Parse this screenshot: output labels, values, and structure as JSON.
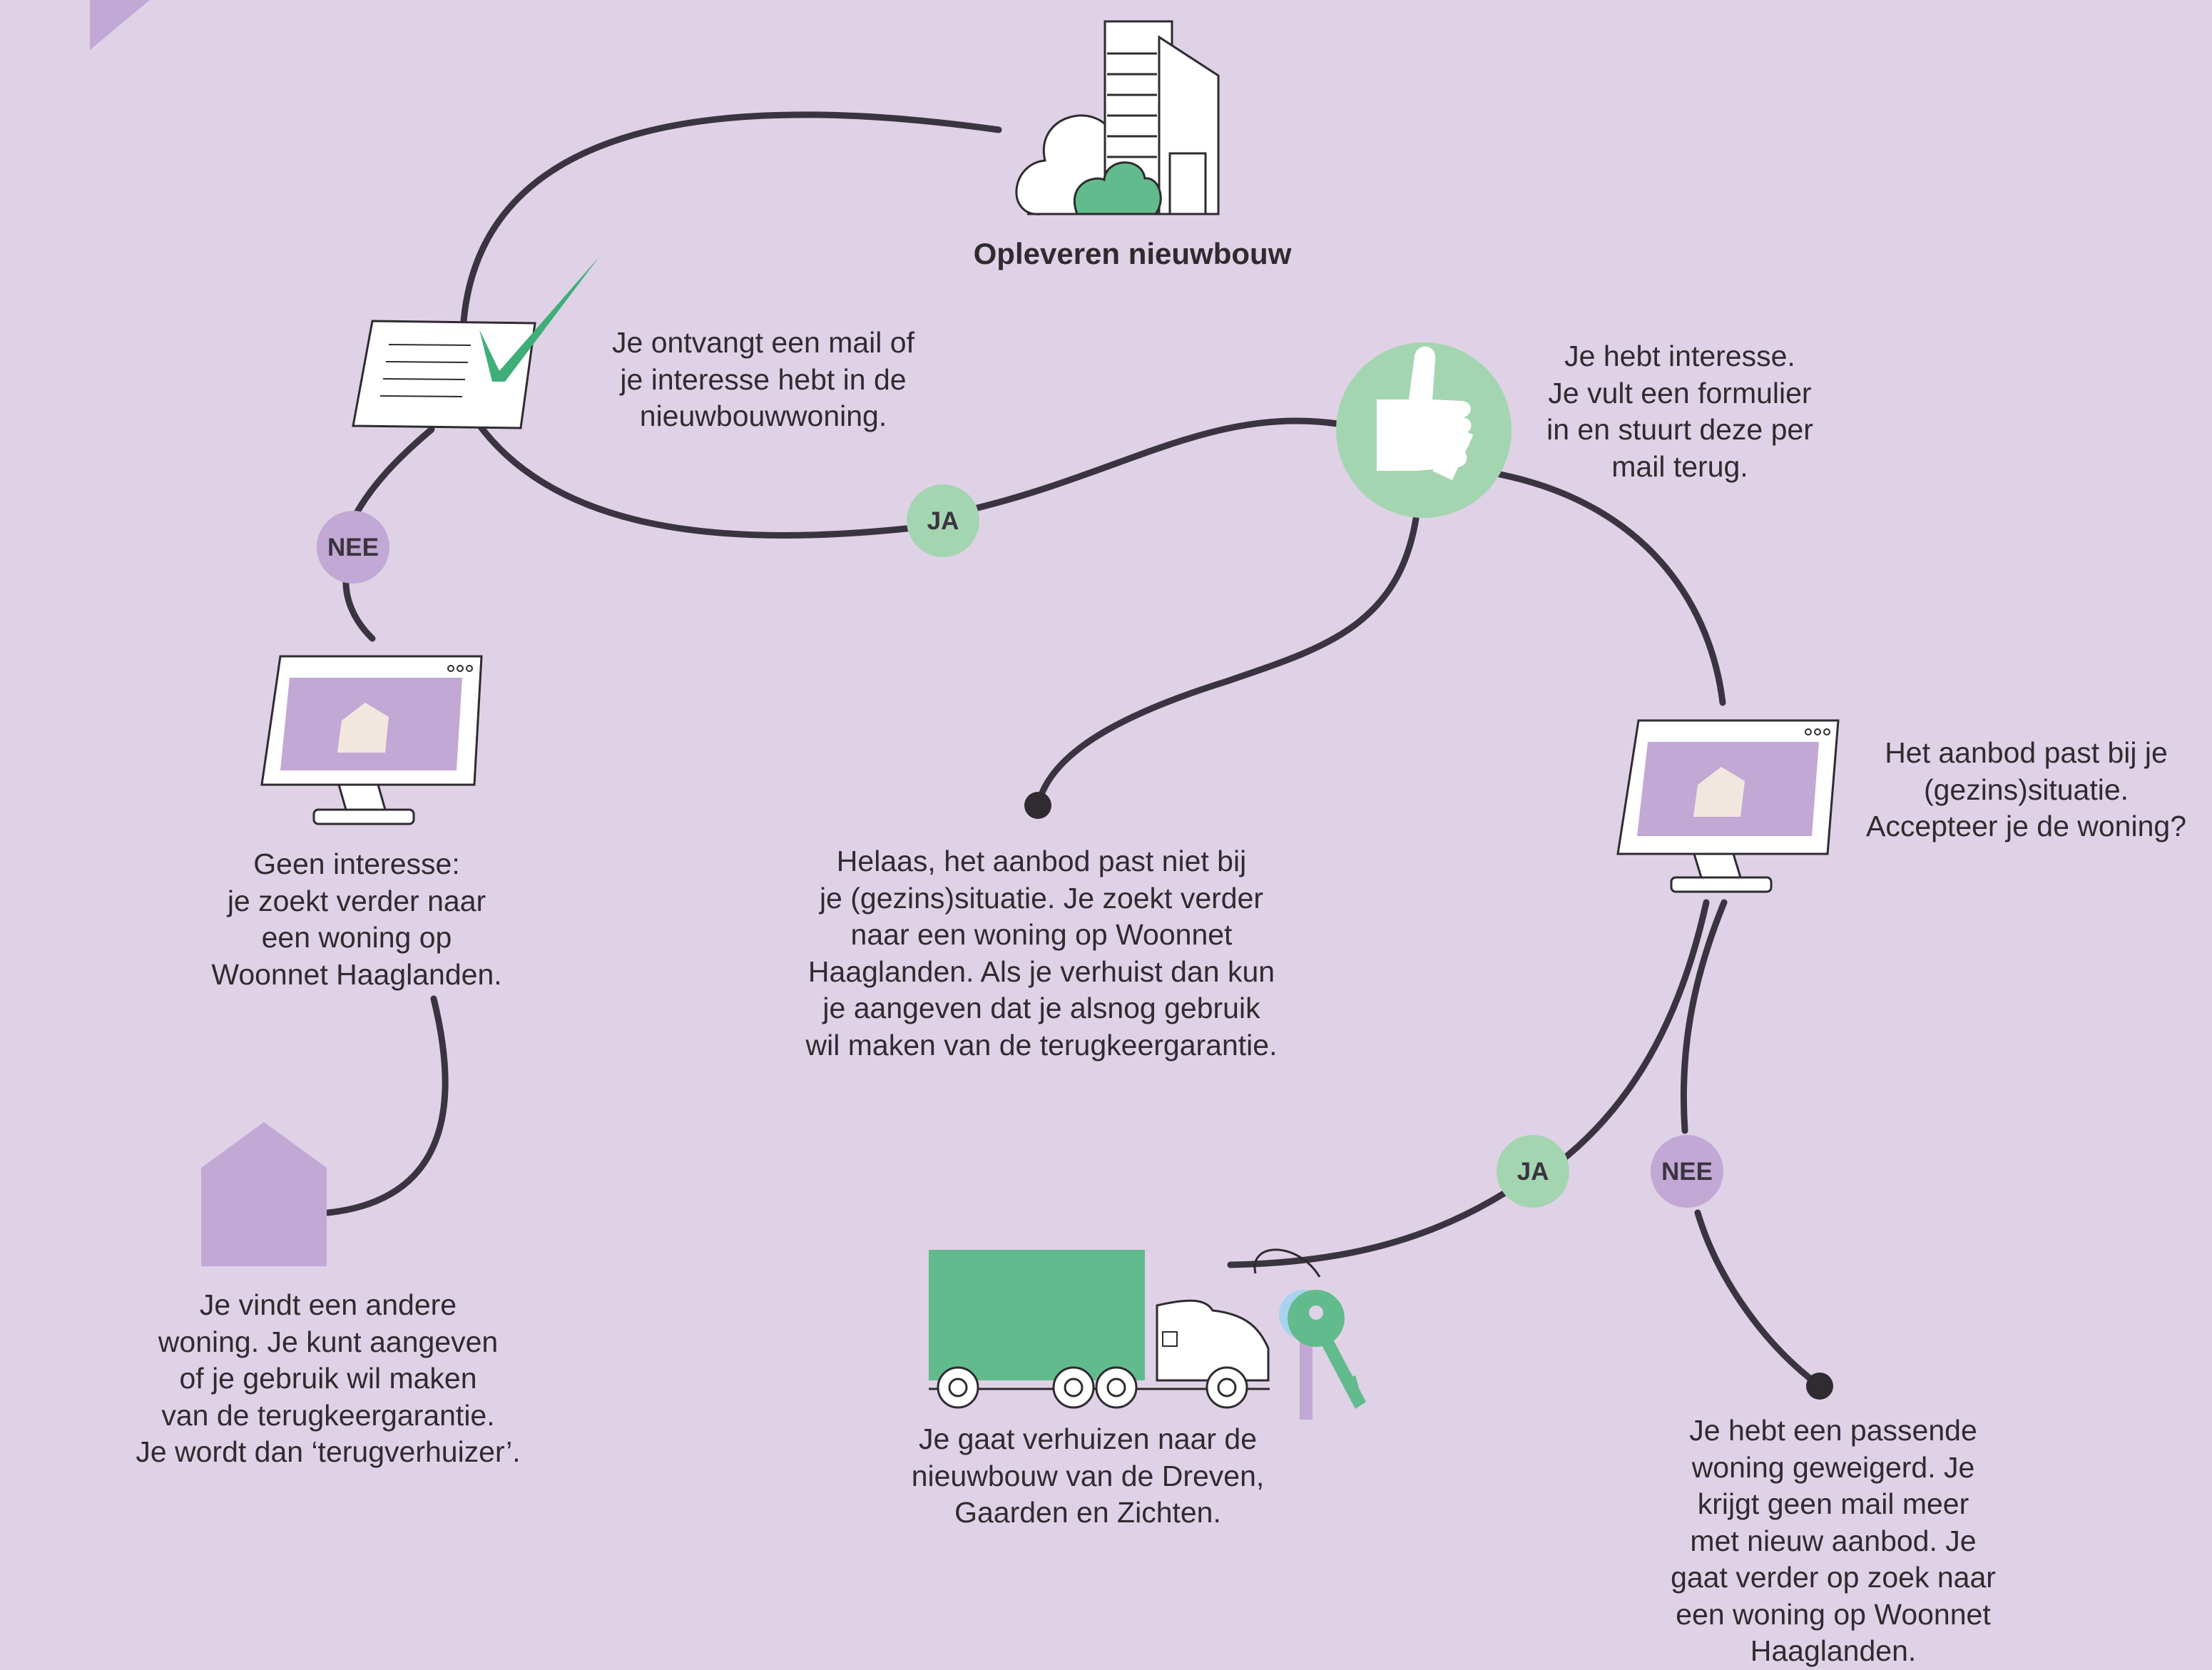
{
  "steps": {
    "opleveren": "Opleveren nieuwbouw",
    "mail": "Je ontvangt een mail of\nje interesse hebt in de\nnieuwbouwwoning.",
    "interesse": "Je hebt interesse.\nJe vult een formulier\nin en stuurt deze per\nmail terug.",
    "geen_interesse": "Geen interesse:\nje zoekt verder naar\neen woning op\nWoonnet Haaglanden.",
    "helaas": "Helaas, het aanbod past niet bij\nje (gezins)situatie. Je zoekt verder\nnaar een woning op Woonnet\nHaaglanden. Als je verhuist dan kun\nje aangeven dat je alsnog gebruik\nwil maken van de terugkeergarantie.",
    "aanbod_past": "Het aanbod past bij je\n(gezins)situatie.\nAccepteer je de woning?",
    "andere_woning": "Je vindt een andere\nwoning. Je kunt aangeven\nof je gebruik wil maken\nvan de terugkeergarantie.\nJe wordt dan ‘terugverhuizer’.",
    "verhuizen": "Je gaat verhuizen naar de\nnieuwbouw van de Dreven,\nGaarden en Zichten.",
    "geweigerd": "Je hebt een passende\nwoning geweigerd. Je\nkrijgt geen mail meer\nmet nieuw aanbod. Je\ngaat verder op zoek naar\neen woning op Woonnet\nHaaglanden."
  },
  "badges": {
    "ja_1": "JA",
    "nee_1": "NEE",
    "ja_2": "JA",
    "nee_2": "NEE"
  },
  "colors": {
    "background": "#dfd2e6",
    "line": "#3a3440",
    "green": "#62bb8c",
    "light_green": "#a4d5b1",
    "purple": "#c2a8d4",
    "cream": "#f2e7df"
  },
  "icons": [
    "building-icon",
    "document-check-icon",
    "thumbs-up-icon",
    "monitor-house-icon",
    "house-icon",
    "truck-icon",
    "keys-icon"
  ]
}
